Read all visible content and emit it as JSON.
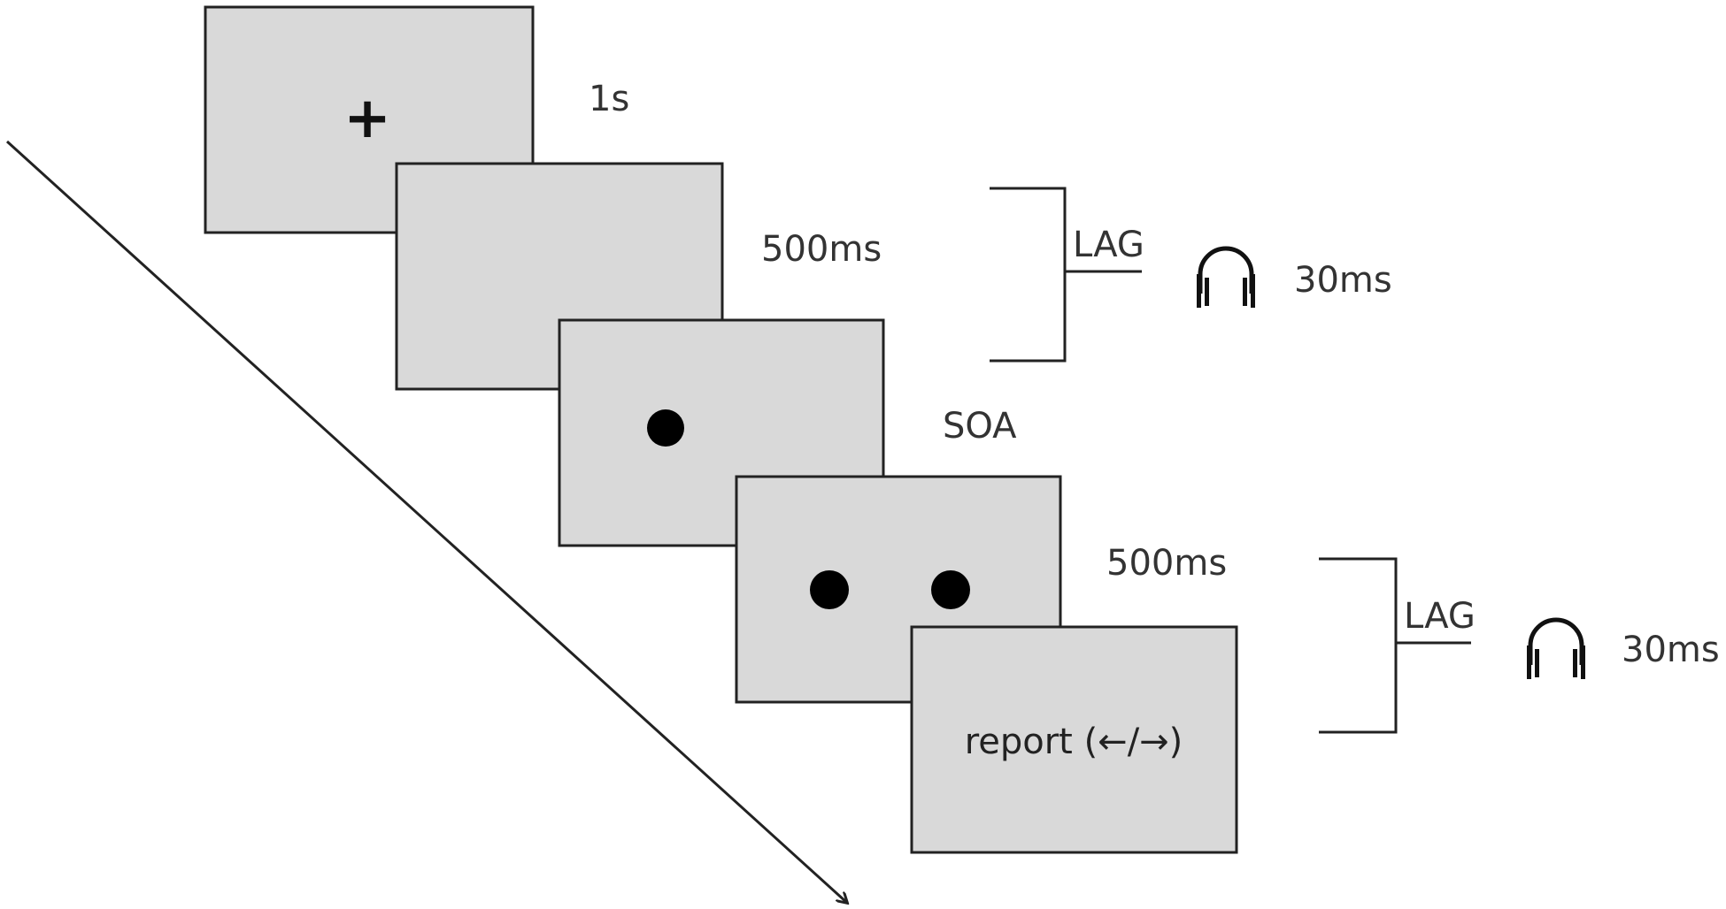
{
  "frames": [
    {
      "content": "+",
      "duration": "1s"
    },
    {
      "content": "",
      "duration": "500ms"
    },
    {
      "content": "dot",
      "duration": "SOA"
    },
    {
      "content": "two-dots",
      "duration": "500ms"
    },
    {
      "content": "report (←/→)",
      "duration": ""
    }
  ],
  "fixation_symbol": "+",
  "durations": {
    "fixation": "1s",
    "blank": "500ms",
    "soa": "SOA",
    "second": "500ms"
  },
  "report_text": "report (←/→)",
  "lag_markers": [
    {
      "label": "LAG",
      "icon": "headphones-icon",
      "duration": "30ms"
    },
    {
      "label": "LAG",
      "icon": "headphones-icon",
      "duration": "30ms"
    }
  ],
  "colors": {
    "frame_fill": "#d9d9d9",
    "stroke": "#222222",
    "dot": "#000000"
  }
}
